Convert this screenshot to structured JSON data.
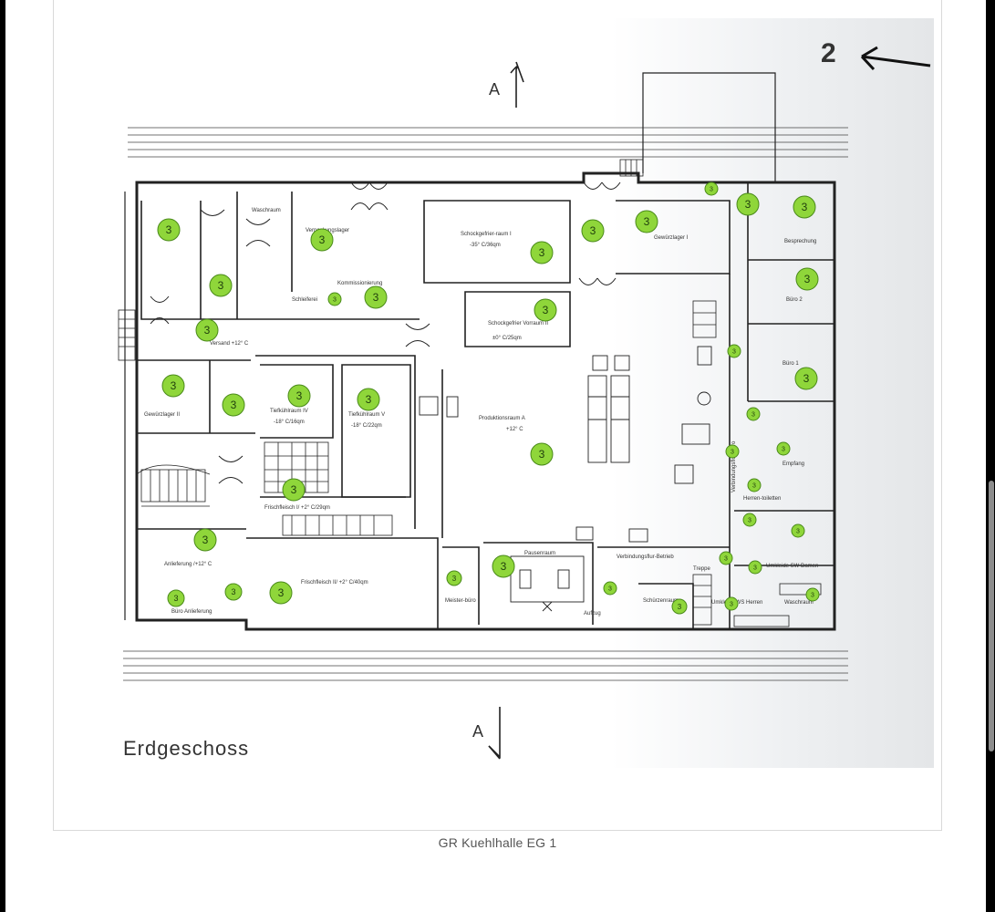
{
  "floor_title": "Erdgeschoss",
  "caption": "GR Kuehlhalle EG 1",
  "marker_label": "3",
  "section_marks": {
    "top": "A",
    "bottom": "A"
  },
  "corner_note": "2",
  "rooms": [
    {
      "id": "verpackungslager",
      "label": "Verpackungslager"
    },
    {
      "id": "schockgefrier-1",
      "label": "Schockgefrier-raum I"
    },
    {
      "id": "schockgefrier-1-temp",
      "label": "-35° C/36qm"
    },
    {
      "id": "gewurzlager-1",
      "label": "Gewürzlager I"
    },
    {
      "id": "besprechung",
      "label": "Besprechung"
    },
    {
      "id": "buro-2",
      "label": "Büro 2"
    },
    {
      "id": "buro-1",
      "label": "Büro 1"
    },
    {
      "id": "waschraum",
      "label": "Waschraum"
    },
    {
      "id": "kommissionierung",
      "label": "Kommissionierung"
    },
    {
      "id": "schleifer",
      "label": "Schleiferei"
    },
    {
      "id": "versand",
      "label": "Versand +12° C"
    },
    {
      "id": "schockgefrier-2",
      "label": "Schockgefrier Vorraum II"
    },
    {
      "id": "schockgefrier-2-temp",
      "label": "±0° C/25qm"
    },
    {
      "id": "gewurzlager-2",
      "label": "Gewürzlager II"
    },
    {
      "id": "tiefkuhlraum-4",
      "label": "Tiefkühlraum IV"
    },
    {
      "id": "tiefkuhlraum-4-temp",
      "label": "-18° C/16qm"
    },
    {
      "id": "tiefkuhlraum-5",
      "label": "Tiefkühlraum V"
    },
    {
      "id": "tiefkuhlraum-5-temp",
      "label": "-18° C/22qm"
    },
    {
      "id": "produktionsraum-a",
      "label": "Produktionsraum A"
    },
    {
      "id": "produktionsraum-a-temp",
      "label": "+12° C"
    },
    {
      "id": "frischfleisch-1",
      "label": "Frischfleisch I/ +2° C/29qm"
    },
    {
      "id": "frischfleisch-2",
      "label": "Frischfleisch II/ +2° C/40qm"
    },
    {
      "id": "anlieferung",
      "label": "Anlieferung /+12° C"
    },
    {
      "id": "buro-anlieferung",
      "label": "Büro Anlieferung"
    },
    {
      "id": "pausenraum",
      "label": "Pausenraum"
    },
    {
      "id": "meisterburo",
      "label": "Meister-büro"
    },
    {
      "id": "verbindungsflur",
      "label": "Verbindungsflur-Betrieb"
    },
    {
      "id": "schurzenraum",
      "label": "Schürzenraum"
    },
    {
      "id": "umkleide-ws",
      "label": "Umkleide WS Herren"
    },
    {
      "id": "umkleide-sw",
      "label": "Umkleide SW Damen"
    },
    {
      "id": "waschraum-2",
      "label": "Waschraum"
    },
    {
      "id": "empfang",
      "label": "Empfang"
    },
    {
      "id": "herren",
      "label": "Herren-toiletten"
    },
    {
      "id": "verbindungsflur-buro",
      "label": "Verbindungsflur-Büro"
    },
    {
      "id": "aufzug",
      "label": "Aufzug"
    },
    {
      "id": "treppe",
      "label": "Treppe"
    }
  ],
  "colors": {
    "marker_fill": "#8fd63a",
    "marker_stroke": "#4a8a1a",
    "wall": "#222222",
    "caption": "#555555"
  }
}
